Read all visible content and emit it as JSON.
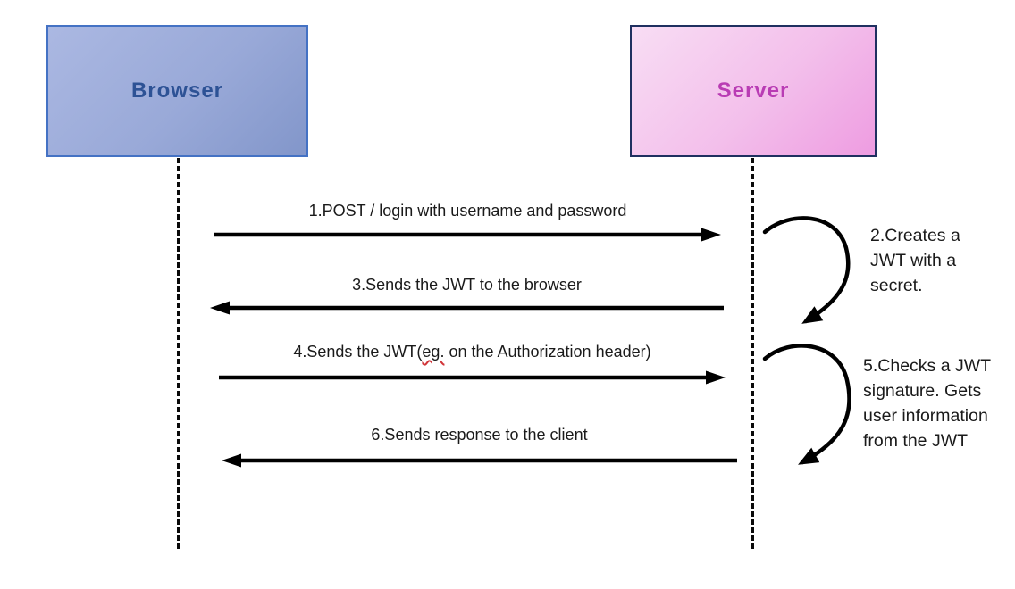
{
  "diagram": {
    "type": "sequence-diagram",
    "actors": [
      {
        "label": "Browser",
        "text_color": "#2d5295",
        "border_color": "#4472c4",
        "fill_gradient": [
          "#abb8e2",
          "#8296ca"
        ]
      },
      {
        "label": "Server",
        "text_color": "#b93cb4",
        "border_color": "#1f3060",
        "fill_gradient": [
          "#f8ddf4",
          "#ee9ce1"
        ]
      }
    ],
    "messages": [
      {
        "label": "1.POST / login with username and password",
        "from": "Browser",
        "to": "Server",
        "arrow": "right"
      },
      {
        "label": "2.Creates a JWT with a secret.",
        "actor": "Server",
        "arrow": "self-loop",
        "lines": [
          "2.Creates a",
          "JWT with a",
          "secret."
        ]
      },
      {
        "label": "3.Sends the JWT to the browser",
        "from": "Server",
        "to": "Browser",
        "arrow": "left"
      },
      {
        "label": "4.Sends the JWT(eg. on the Authorization header)",
        "label_prefix": "4.Sends the JWT(",
        "label_spellcheck": "eg.",
        "label_suffix": " on the Authorization header)",
        "from": "Browser",
        "to": "Server",
        "arrow": "right"
      },
      {
        "label": "5.Checks a JWT signature. Gets user information from the JWT",
        "actor": "Server",
        "arrow": "self-loop",
        "lines": [
          "5.Checks a JWT",
          "signature. Gets",
          "user information",
          "from the JWT"
        ]
      },
      {
        "label": "6.Sends response to the client",
        "from": "Server",
        "to": "Browser",
        "arrow": "left"
      }
    ],
    "colors": {
      "background": "#ffffff",
      "arrow": "#000000",
      "label_text": "#1a1a1a",
      "lifeline": "#0a0a0a",
      "spellcheck_underline": "#d13438"
    }
  }
}
